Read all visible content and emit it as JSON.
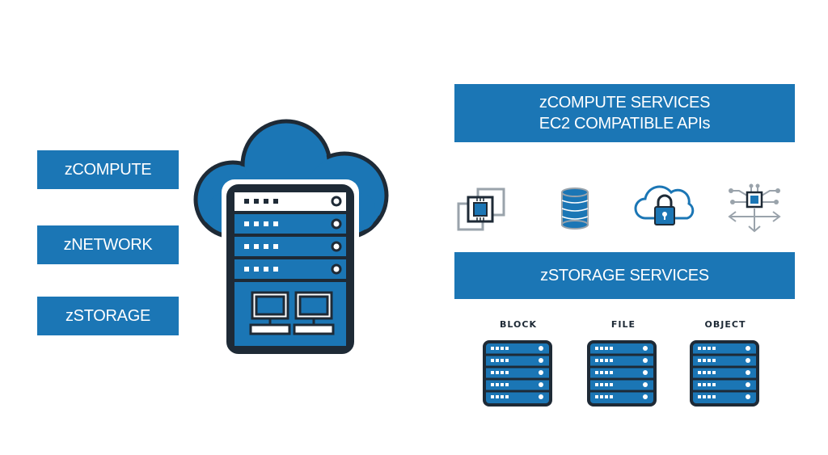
{
  "left_boxes": [
    {
      "label": "zCOMPUTE"
    },
    {
      "label": "zNETWORK"
    },
    {
      "label": "zSTORAGE"
    }
  ],
  "compute_services": {
    "line1": "zCOMPUTE SERVICES",
    "line2": "EC2 COMPATIBLE APIs"
  },
  "service_icons": [
    "instances-icon",
    "database-icon",
    "cloud-lock-icon",
    "network-chip-icon"
  ],
  "storage_services": {
    "label": "zSTORAGE SERVICES",
    "types": [
      {
        "label": "BLOCK"
      },
      {
        "label": "FILE"
      },
      {
        "label": "OBJECT"
      }
    ]
  },
  "colors": {
    "accent": "#1b76b5",
    "outline": "#1e2a36"
  }
}
